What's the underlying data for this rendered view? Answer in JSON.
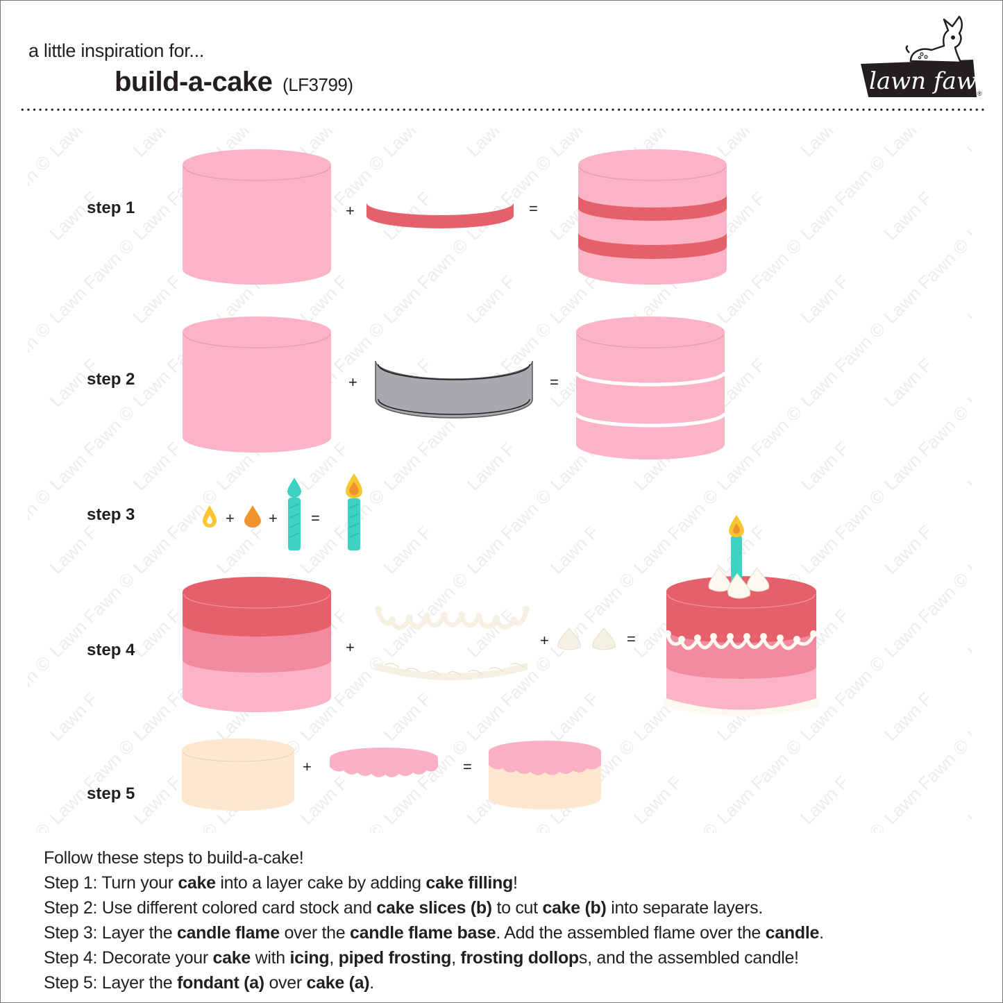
{
  "header": {
    "subtitle": "a little inspiration for...",
    "title": "build-a-cake",
    "product_code": "(LF3799)",
    "logo_text": "lawn fawn",
    "logo_mark": "®"
  },
  "watermark_text": "Lawn Fawn ©",
  "colors": {
    "cake_pink": "#fbb4c6",
    "filling_red": "#e6606c",
    "mid_pink": "#f28aa0",
    "slice_gray": "#a7a9ac",
    "cream": "#fde8cf",
    "fondant_pink": "#fbb0c3",
    "candle_teal": "#3fd1c1",
    "flame_yellow": "#f8c630",
    "flame_orange": "#f0932d",
    "frosting_white": "#fbf9f0"
  },
  "steps": [
    {
      "label": "step 1",
      "ops": [
        "+",
        "="
      ]
    },
    {
      "label": "step 2",
      "ops": [
        "+",
        "="
      ]
    },
    {
      "label": "step 3",
      "ops": [
        "+",
        "+",
        "="
      ]
    },
    {
      "label": "step 4",
      "ops": [
        "+",
        "+",
        "="
      ]
    },
    {
      "label": "step 5",
      "ops": [
        "+",
        "="
      ]
    }
  ],
  "instructions": {
    "intro": "Follow these steps to build-a-cake!",
    "lines": [
      [
        {
          "t": "Step 1: Turn your "
        },
        {
          "b": "cake"
        },
        {
          "t": " into a layer cake by adding "
        },
        {
          "b": "cake filling"
        },
        {
          "t": "!"
        }
      ],
      [
        {
          "t": "Step 2: Use different colored card stock and "
        },
        {
          "b": "cake slices (b)"
        },
        {
          "t": " to cut "
        },
        {
          "b": "cake (b)"
        },
        {
          "t": " into separate layers."
        }
      ],
      [
        {
          "t": "Step 3: Layer the "
        },
        {
          "b": "candle flame"
        },
        {
          "t": " over the "
        },
        {
          "b": "candle flame base"
        },
        {
          "t": ". Add the assembled flame over the "
        },
        {
          "b": "candle"
        },
        {
          "t": "."
        }
      ],
      [
        {
          "t": "Step 4: Decorate your "
        },
        {
          "b": "cake"
        },
        {
          "t": " with "
        },
        {
          "b": "icing"
        },
        {
          "t": ", "
        },
        {
          "b": "piped frosting"
        },
        {
          "t": ", "
        },
        {
          "b": "frosting dollop"
        },
        {
          "t": "s, and the assembled candle!"
        }
      ],
      [
        {
          "t": "Step 5: Layer the "
        },
        {
          "b": "fondant (a)"
        },
        {
          "t": " over "
        },
        {
          "b": "cake (a)"
        },
        {
          "t": "."
        }
      ]
    ]
  }
}
